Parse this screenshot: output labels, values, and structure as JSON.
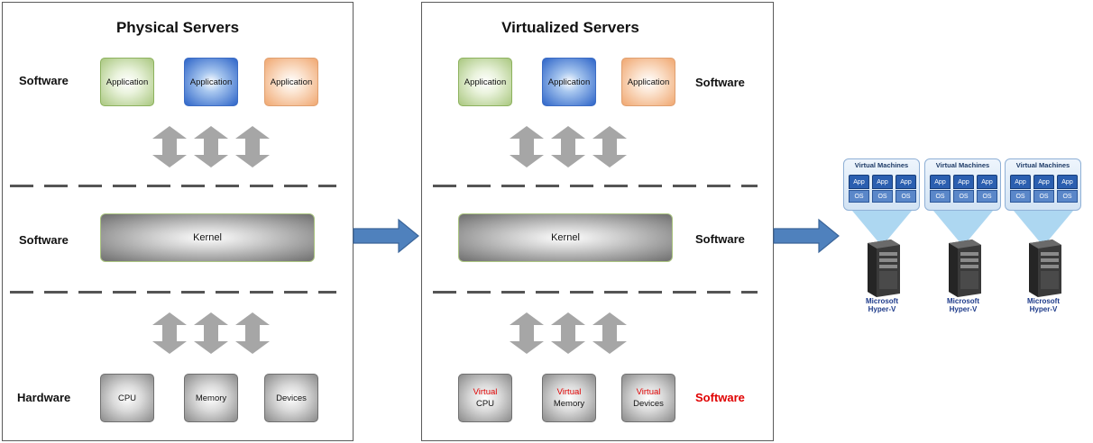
{
  "physical": {
    "title": "Physical Servers",
    "labels": {
      "software": "Software",
      "kernel_row": "Software",
      "hardware": "Hardware"
    },
    "apps": [
      "Application",
      "Application",
      "Application"
    ],
    "kernel": "Kernel",
    "hardware": [
      "CPU",
      "Memory",
      "Devices"
    ]
  },
  "virtualized": {
    "title": "Virtualized Servers",
    "labels": {
      "software": "Software",
      "kernel_row": "Software",
      "hardware_row": "Software"
    },
    "apps": [
      "Application",
      "Application",
      "Application"
    ],
    "kernel": "Kernel",
    "virtual_prefix": "Virtual",
    "hardware": [
      "CPU",
      "Memory",
      "Devices"
    ]
  },
  "hyperv": {
    "groups": [
      {
        "title": "Virtual Machines",
        "slots": [
          {
            "app": "App",
            "os": "OS"
          },
          {
            "app": "App",
            "os": "OS"
          },
          {
            "app": "App",
            "os": "OS"
          }
        ],
        "server_label": [
          "Microsoft",
          "Hyper-V"
        ]
      },
      {
        "title": "Virtual Machines",
        "slots": [
          {
            "app": "App",
            "os": "OS"
          },
          {
            "app": "App",
            "os": "OS"
          },
          {
            "app": "App",
            "os": "OS"
          }
        ],
        "server_label": [
          "Microsoft",
          "Hyper-V"
        ]
      },
      {
        "title": "Virtual Machines",
        "slots": [
          {
            "app": "App",
            "os": "OS"
          },
          {
            "app": "App",
            "os": "OS"
          },
          {
            "app": "App",
            "os": "OS"
          }
        ],
        "server_label": [
          "Microsoft",
          "Hyper-V"
        ]
      }
    ]
  },
  "colors": {
    "arrow_blue": "#4f81bd",
    "arrow_gray": "#a6a6a6",
    "virtual_red": "#e00000"
  }
}
